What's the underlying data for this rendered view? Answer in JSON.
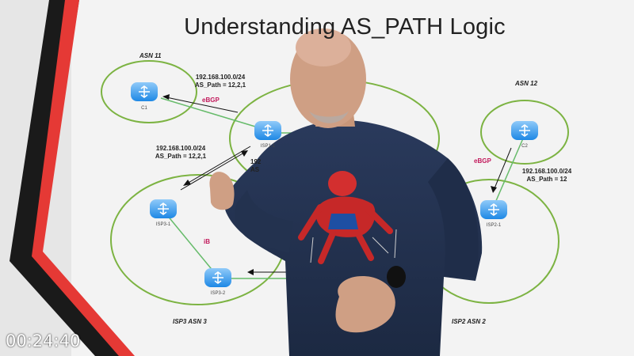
{
  "slide": {
    "title": "Understanding AS_PATH Logic",
    "networks": {
      "asn11": "ASN 11",
      "asn12": "ASN 12",
      "isp3": "ISP3 ASN 3",
      "isp2": "ISP2 ASN 2"
    },
    "routers": {
      "c1": "C1",
      "c2": "C2",
      "isp1": "ISP1-1",
      "isp3_1": "ISP3-1",
      "isp3_2": "ISP3-2",
      "isp2_1": "ISP2-1"
    },
    "protocols": {
      "ebgp_left": "eBGP",
      "ebgp_right": "eBGP",
      "ibgp": "iB"
    },
    "routes": {
      "top_prefix": "192.168.100.0/24",
      "top_path": "AS_Path = 12,2,1",
      "left_prefix": "192.168.100.0/24",
      "left_path": "AS_Path = 12,2,1",
      "right_prefix": "192.168.100.0/24",
      "right_path": "AS_Path = 12",
      "partial_prefix": "192",
      "partial_path": "AS"
    },
    "colors": {
      "ring": "#7cb342",
      "link": "#66bb6a",
      "router": "#42a5f5",
      "accent_red": "#e53935"
    }
  },
  "overlay": {
    "timestamp": "00:24:40"
  }
}
